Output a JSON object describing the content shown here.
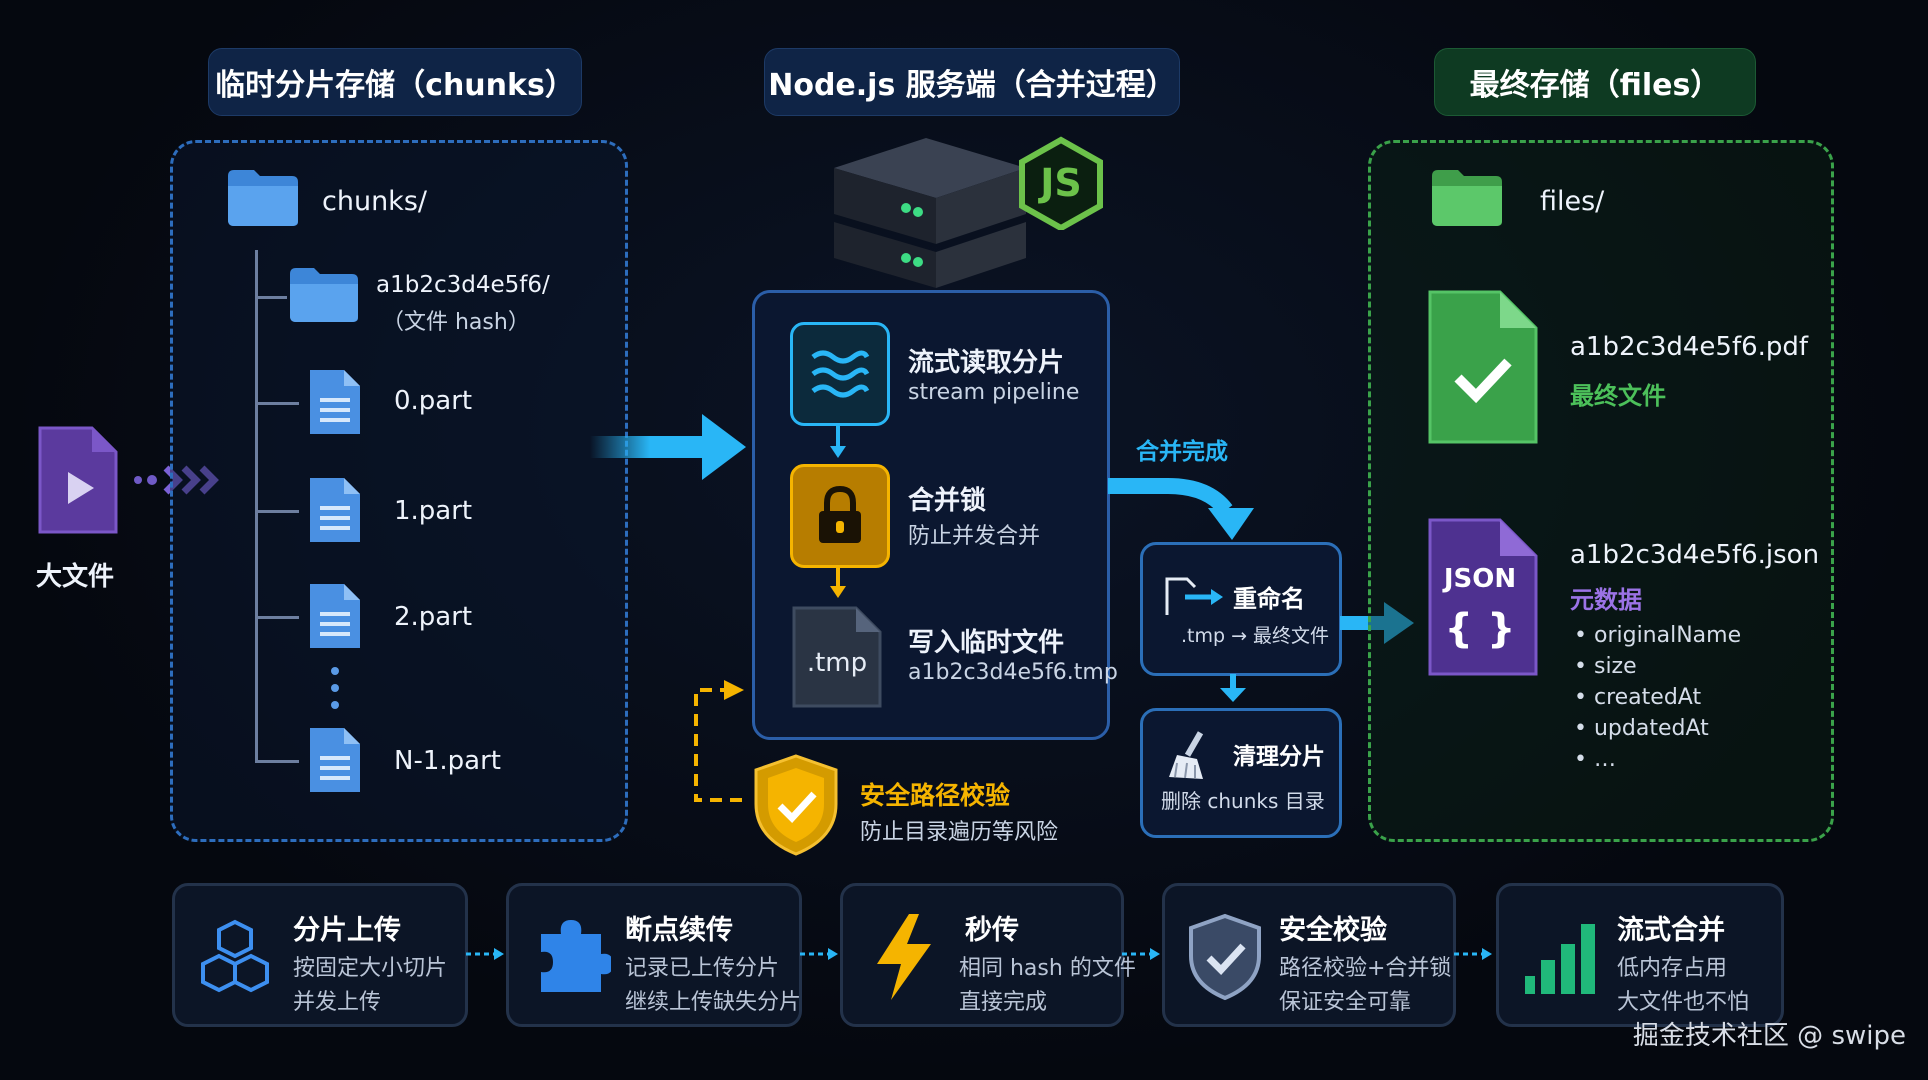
{
  "headers": {
    "chunks": "临时分片存储（chunks）",
    "node": "Node.js 服务端（合并过程）",
    "files": "最终存储（files）"
  },
  "bigfile": {
    "label": "大文件"
  },
  "chunks": {
    "folder": "chunks/",
    "hash_folder": "a1b2c3d4e5f6/",
    "hash_note": "（文件 hash）",
    "parts": [
      "0.part",
      "1.part",
      "2.part",
      "N-1.part"
    ]
  },
  "node": {
    "js_badge": "JS",
    "steps": [
      {
        "title": "流式读取分片",
        "desc": "stream pipeline"
      },
      {
        "title": "合并锁",
        "desc": "防止并发合并"
      },
      {
        "title": "写入临时文件",
        "desc": "a1b2c3d4e5f6.tmp",
        "icon_text": ".tmp"
      }
    ],
    "merge_done": "合并完成",
    "rename": {
      "title": "重命名",
      "desc": ".tmp → 最终文件"
    },
    "cleanup": {
      "title": "清理分片",
      "desc": "删除 chunks 目录"
    },
    "security": {
      "title": "安全路径校验",
      "desc": "防止目录遍历等风险"
    }
  },
  "files": {
    "folder": "files/",
    "pdf": {
      "name": "a1b2c3d4e5f6.pdf",
      "tag": "最终文件"
    },
    "json": {
      "icon_text": "JSON",
      "braces": "{ }",
      "name": "a1b2c3d4e5f6.json",
      "tag": "元数据",
      "fields": [
        "originalName",
        "size",
        "createdAt",
        "updatedAt",
        "…"
      ]
    }
  },
  "features": [
    {
      "title": "分片上传",
      "l1": "按固定大小切片",
      "l2": "并发上传"
    },
    {
      "title": "断点续传",
      "l1": "记录已上传分片",
      "l2": "继续上传缺失分片"
    },
    {
      "title": "秒传",
      "l1": "相同 hash 的文件",
      "l2": "直接完成"
    },
    {
      "title": "安全校验",
      "l1": "路径校验+合并锁",
      "l2": "保证安全可靠"
    },
    {
      "title": "流式合并",
      "l1": "低内存占用",
      "l2": "大文件也不怕"
    }
  ],
  "watermark": "掘金技术社区 @ swipe",
  "colors": {
    "blue_accent": "#2d6dbd",
    "green_accent": "#3aa24a",
    "arrow": "#29b6f6",
    "yellow": "#f5b400",
    "purple": "#6a3fb0"
  }
}
